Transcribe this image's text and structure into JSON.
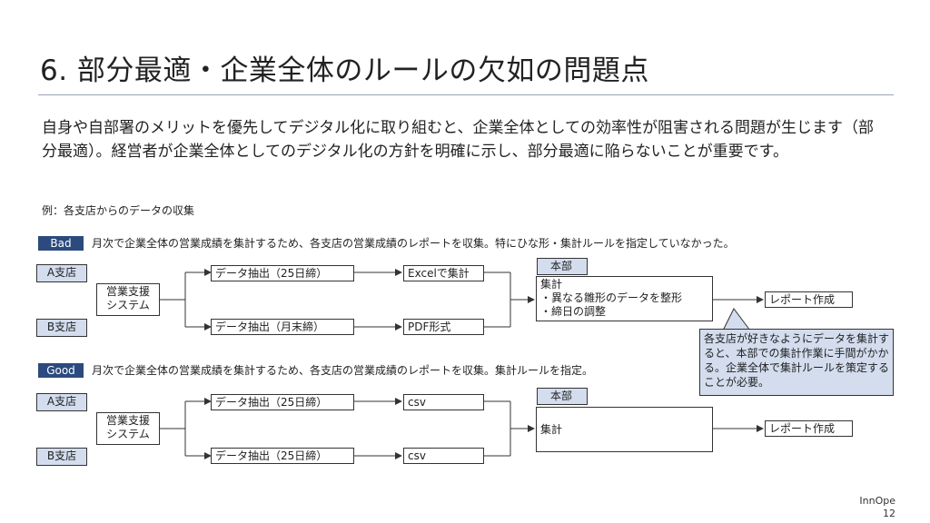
{
  "slide": {
    "title": "6. 部分最適・企業全体のルールの欠如の問題点",
    "intro": "自身や自部署のメリットを優先してデジタル化に取り組むと、企業全体としての効率性が阻害される問題が生じます（部分最適）。経営者が企業全体としてのデジタル化の方針を明確に示し、部分最適に陥らないことが重要です。",
    "example_label": "例：各支店からのデータの収集"
  },
  "bad": {
    "tag": "Bad",
    "description": "月次で企業全体の営業成績を集計するため、各支店の営業成績のレポートを収集。特にひな形・集計ルールを指定していなかった。",
    "branch_a": "A支店",
    "branch_b": "B支店",
    "system_line1": "営業支援",
    "system_line2": "システム",
    "extract_a": "データ抽出（25日締）",
    "extract_b": "データ抽出（月末締）",
    "format_a": "Excelで集計",
    "format_b": "PDF形式",
    "hq_label": "本部",
    "aggregate_line1": "集計",
    "aggregate_line2": "・異なる雛形のデータを整形",
    "aggregate_line3": "・締日の調整",
    "report": "レポート作成",
    "callout": "各支店が好きなようにデータを集計すると、本部での集計作業に手間がかかる。企業全体で集計ルールを策定することが必要。"
  },
  "good": {
    "tag": "Good",
    "description": "月次で企業全体の営業成績を集計するため、各支店の営業成績のレポートを収集。集計ルールを指定。",
    "branch_a": "A支店",
    "branch_b": "B支店",
    "system_line1": "営業支援",
    "system_line2": "システム",
    "extract_a": "データ抽出（25日締）",
    "extract_b": "データ抽出（25日締）",
    "format_a": "csv",
    "format_b": "csv",
    "hq_label": "本部",
    "aggregate": "集計",
    "report": "レポート作成"
  },
  "footer": {
    "brand": "InnOpe",
    "page_number": "12"
  },
  "colors": {
    "navy": "#2c4a7e",
    "light_blue": "#d3ddee",
    "rule": "#9aa3b5"
  }
}
